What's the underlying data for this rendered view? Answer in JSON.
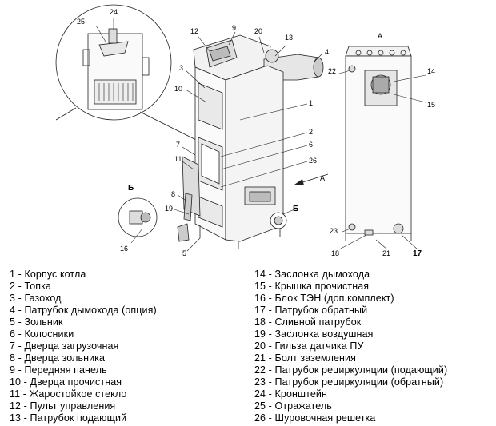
{
  "callouts": {
    "c1": "1",
    "c2": "2",
    "c3": "3",
    "c4": "4",
    "c5": "5",
    "c6": "6",
    "c7": "7",
    "c8": "8",
    "c10": "10",
    "c11": "11",
    "c12": "12",
    "c13": "13",
    "c14": "14",
    "c15": "15",
    "c16": "16",
    "c17": "17",
    "c18": "18",
    "c19": "19",
    "c20": "20",
    "c21": "21",
    "c22": "22",
    "c23": "23",
    "c24": "24",
    "c25": "25",
    "c26": "26",
    "c9": "9",
    "view_a_arrow": "А",
    "view_a_title": "А",
    "view_b_detail": "Б",
    "view_b_mark": "Б"
  },
  "legend": {
    "left": [
      "1 - Корпус котла",
      "2 - Топка",
      "3 - Газоход",
      "4 - Патрубок дымохода (опция)",
      "5 - Зольник",
      "6 - Колосники",
      "7 - Дверца загрузочная",
      "8 - Дверца зольника",
      "9 - Передняя панель",
      "10 - Дверца прочистная",
      "11 - Жаростойкое стекло",
      "12 - Пульт управления",
      "13 - Патрубок подающий"
    ],
    "right": [
      "14 - Заслонка дымохода",
      "15 - Крышка прочистная",
      "16 - Блок ТЭН (доп.комплект)",
      "17 - Патрубок обратный",
      "18 - Сливной патрубок",
      "19 - Заслонка воздушная",
      "20 - Гильза датчика ПУ",
      "21 - Болт заземления",
      "22 - Патрубок рециркуляции (подающий)",
      "23 - Патрубок рециркуляции (обратный)",
      "24 - Кронштейн",
      "25 - Отражатель",
      "26 - Шуровочная решетка"
    ]
  }
}
